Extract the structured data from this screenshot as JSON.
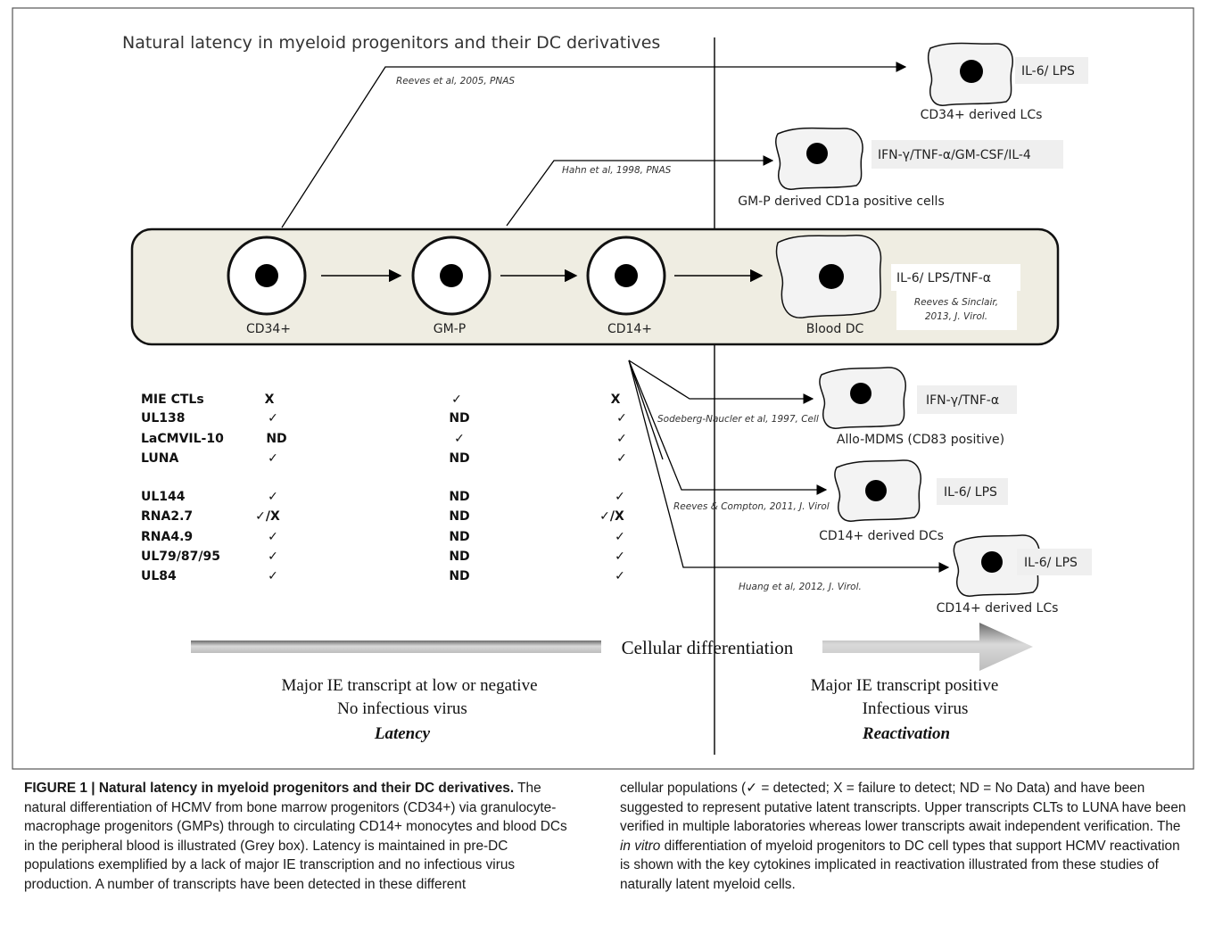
{
  "figure": {
    "title": "Natural latency in myeloid progenitors and their DC derivatives",
    "refs": {
      "reeves2005": "Reeves et al, 2005, PNAS",
      "hahn1998": "Hahn et al, 1998, PNAS",
      "reeves2013_l1": "Reeves & Sinclair,",
      "reeves2013_l2": "2013, J. Virol.",
      "sodeberg1997": "Sodeberg-Naucler et al, 1997, Cell",
      "reeves2011": "Reeves & Compton, 2011, J. Virol",
      "huang2012": "Huang et al, 2012, J. Virol."
    },
    "progenitors": {
      "cd34": "CD34+",
      "gmp": "GM-P",
      "cd14": "CD14+",
      "blood_dc": "Blood DC"
    },
    "derived": {
      "cd34_lcs": {
        "label": "CD34+ derived LCs",
        "cytokine": "IL-6/ LPS"
      },
      "gmp_cd1a": {
        "label": "GM-P derived CD1a positive cells",
        "cytokine": "IFN-γ/TNF-α/GM-CSF/IL-4"
      },
      "blood_dc": {
        "cytokine": "IL-6/ LPS/TNF-α"
      },
      "allo_mdms": {
        "label": "Allo-MDMS (CD83 positive)",
        "cytokine": "IFN-γ/TNF-α"
      },
      "cd14_dcs": {
        "label": "CD14+ derived DCs",
        "cytokine": "IL-6/ LPS"
      },
      "cd14_lcs": {
        "label": "CD14+ derived LCs",
        "cytokine": "IL-6/ LPS"
      }
    },
    "transcripts": [
      {
        "name": "MIE CTLs",
        "cd34": "X",
        "gmp": "✓",
        "cd14": "X"
      },
      {
        "name": "UL138",
        "cd34": "✓",
        "gmp": "ND",
        "cd14": "✓"
      },
      {
        "name": "LaCMVIL-10",
        "cd34": "ND",
        "gmp": "✓",
        "cd14": "✓"
      },
      {
        "name": "LUNA",
        "cd34": "✓",
        "gmp": "ND",
        "cd14": "✓"
      },
      {
        "name": "UL144",
        "cd34": "✓",
        "gmp": "ND",
        "cd14": "✓"
      },
      {
        "name": "RNA2.7",
        "cd34": "✓/X",
        "gmp": "ND",
        "cd14": "✓/X"
      },
      {
        "name": "RNA4.9",
        "cd34": "✓",
        "gmp": "ND",
        "cd14": "✓"
      },
      {
        "name": "UL79/87/95",
        "cd34": "✓",
        "gmp": "ND",
        "cd14": "✓"
      },
      {
        "name": "UL84",
        "cd34": "✓",
        "gmp": "ND",
        "cd14": "✓"
      }
    ],
    "differentiation_label": "Cellular differentiation",
    "latency": {
      "line1": "Major IE transcript at low or negative",
      "line2": "No infectious virus",
      "label": "Latency"
    },
    "reactivation": {
      "line1": "Major IE transcript positive",
      "line2": "Infectious virus",
      "label": "Reactivation"
    }
  },
  "caption": {
    "label": "FIGURE 1 | Natural latency in myeloid progenitors and their DC derivatives.",
    "left_body": "The natural differentiation of HCMV from bone marrow progenitors (CD34+) via granulocyte-macrophage progenitors (GMPs) through to circulating CD14+ monocytes and blood DCs in the peripheral blood is illustrated (Grey box). Latency is maintained in pre-DC populations exemplified by a lack of major IE transcription and no infectious virus production. A number of transcripts have been detected in these different",
    "right_p1": "cellular populations (✓ = detected; X = failure to detect; ND = No Data) and have been suggested to represent putative latent transcripts. Upper transcripts CLTs to LUNA have been verified in multiple laboratories whereas lower transcripts await independent verification. The",
    "right_italic": "in vitro",
    "right_p2": "differentiation of myeloid progenitors to DC cell types that support HCMV reactivation is shown with the key cytokines implicated in reactivation illustrated from these studies of naturally latent myeloid cells."
  }
}
